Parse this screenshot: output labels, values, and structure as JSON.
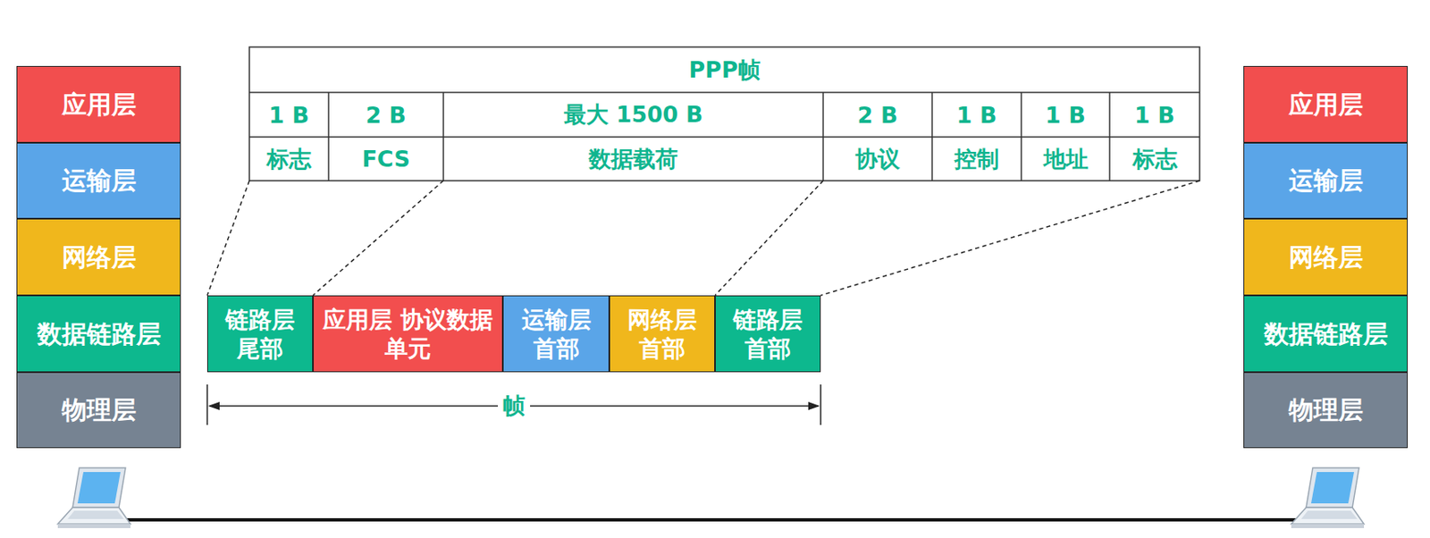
{
  "diagram": {
    "nodes": [
      {
        "text": [
          "应用层"
        ]
      },
      {
        "text": [
          "运输层"
        ]
      },
      {
        "text": [
          "网络层"
        ]
      },
      {
        "text": [
          "数据链路层"
        ]
      },
      {
        "text": [
          "物理层"
        ]
      },
      {
        "text": [
          "链路层 尾部"
        ]
      },
      {
        "text": [
          "应用层 协议数据单元"
        ]
      },
      {
        "text": [
          "运输层 首部"
        ]
      },
      {
        "text": [
          "网络层 首部"
        ]
      },
      {
        "text": [
          "链路层 首部"
        ]
      },
      {
        "text": [
          "应用层"
        ]
      },
      {
        "text": [
          "运输层"
        ]
      },
      {
        "text": [
          "网络层"
        ]
      },
      {
        "text": [
          "数据链路层"
        ]
      },
      {
        "text": [
          "物理层"
        ]
      }
    ],
    "labels": [
      "PPP帧",
      "1 B",
      "2 B",
      "最大 1500 B",
      "2 B",
      "1 B",
      "1 B",
      "1 B",
      "标志",
      "FCS",
      "数据载荷",
      "协议",
      "控制",
      "地址",
      "标志",
      "帧"
    ]
  }
}
